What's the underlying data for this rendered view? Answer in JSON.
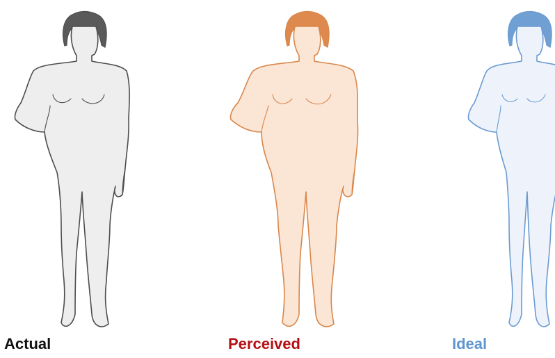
{
  "figures": [
    {
      "id": "actual",
      "label": "Actual",
      "label_color": "#111111",
      "outline_color": "#4d4d4d",
      "fill_color": "#eeeeee",
      "hair_color": "#5a5a5a"
    },
    {
      "id": "perceived",
      "label": "Perceived",
      "label_color": "#b50f14",
      "outline_color": "#d9864a",
      "fill_color": "#fbe6d6",
      "hair_color": "#de8a4e"
    },
    {
      "id": "ideal",
      "label": "Ideal",
      "label_color": "#5f95d0",
      "outline_color": "#6a9bd0",
      "fill_color": "#eef3fb",
      "hair_color": "#6f9fd3"
    }
  ]
}
